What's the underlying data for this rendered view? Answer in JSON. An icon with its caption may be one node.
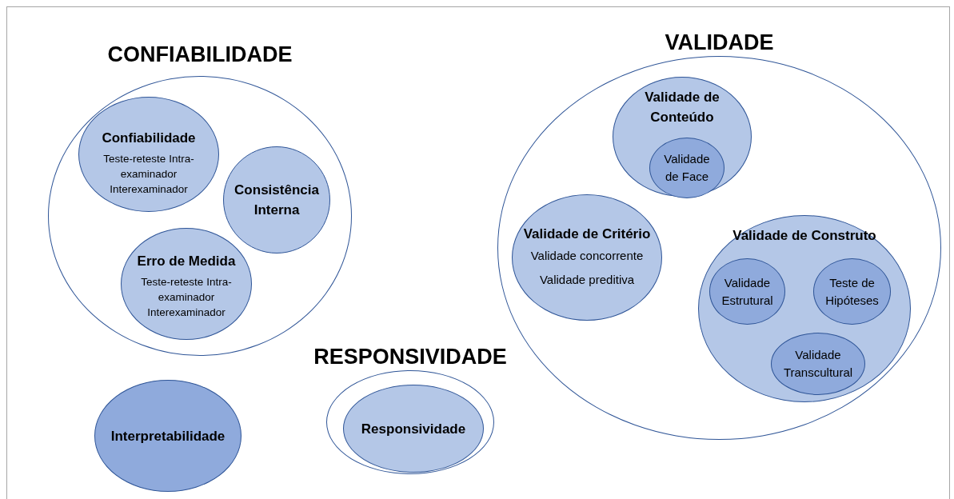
{
  "diagram": {
    "nodes": [
      {
        "text": [
          "CONFIABILIDADE"
        ]
      },
      {
        "text": [
          "Confiabilidade",
          "Teste-reteste Intra-examinador Interexaminador"
        ],
        "in": 0
      },
      {
        "text": [
          "Consistência Interna"
        ],
        "in": 0
      },
      {
        "text": [
          "Erro de Medida",
          "Teste-reteste Intra-examinador Interexaminador"
        ],
        "in": 0
      },
      {
        "text": [
          "VALIDADE"
        ]
      },
      {
        "text": [
          "Validade de Conteúdo"
        ],
        "in": 4
      },
      {
        "text": [
          "Validade de Face"
        ],
        "in": 5
      },
      {
        "text": [
          "Validade de Critério",
          "Validade concorrente",
          "Validade preditiva"
        ],
        "in": 4
      },
      {
        "text": [
          "Validade de Construto"
        ],
        "in": 4
      },
      {
        "text": [
          "Validade Estrutural"
        ],
        "in": 8
      },
      {
        "text": [
          "Teste de Hipóteses"
        ],
        "in": 8
      },
      {
        "text": [
          "Validade Transcultural"
        ],
        "in": 8
      },
      {
        "text": [
          "RESPONSIVIDADE"
        ]
      },
      {
        "text": [
          "Responsividade"
        ],
        "in": 12
      },
      {
        "text": [
          "Interpretabilidade"
        ]
      }
    ]
  }
}
